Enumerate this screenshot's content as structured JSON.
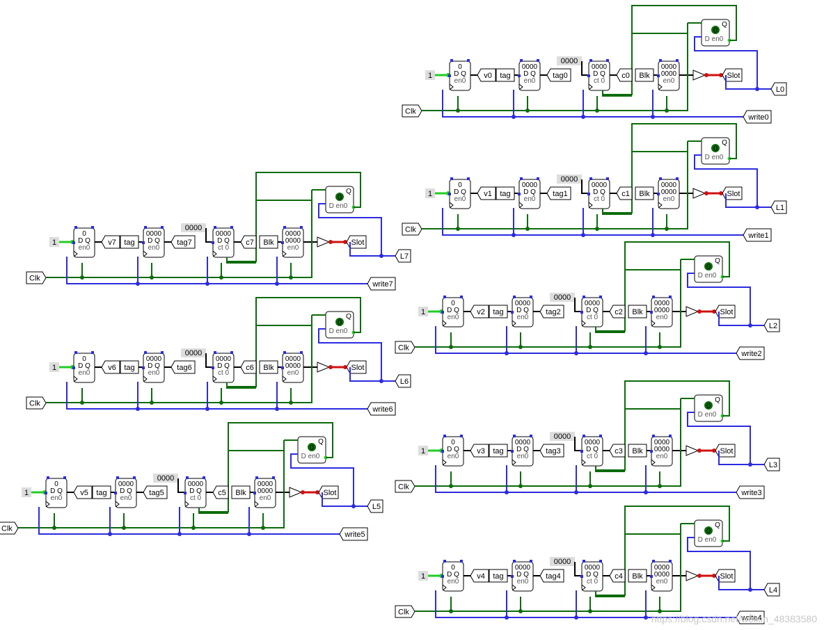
{
  "diagram": {
    "clock_label": "Clk",
    "const_one": "1",
    "const_zero_bits": "0000",
    "tag_label": "tag",
    "blk_label": "Blk",
    "slot_label": "Slot",
    "reg_zero": "0",
    "reg_bits": "0000",
    "reg_d": "D",
    "reg_q": "Q",
    "reg_en": "en",
    "reg_ct": "ct",
    "reg_dq": "D Q",
    "blocks": [
      {
        "id": 0,
        "v": "v0",
        "tag": "tag0",
        "c": "c0",
        "l": "L0",
        "write": "write0"
      },
      {
        "id": 1,
        "v": "v1",
        "tag": "tag1",
        "c": "c1",
        "l": "L1",
        "write": "write1"
      },
      {
        "id": 2,
        "v": "v2",
        "tag": "tag2",
        "c": "c2",
        "l": "L2",
        "write": "write2"
      },
      {
        "id": 3,
        "v": "v3",
        "tag": "tag3",
        "c": "c3",
        "l": "L3",
        "write": "write3"
      },
      {
        "id": 4,
        "v": "v4",
        "tag": "tag4",
        "c": "c4",
        "l": "L4",
        "write": "write4"
      },
      {
        "id": 5,
        "v": "v5",
        "tag": "tag5",
        "c": "c5",
        "l": "L5",
        "write": "write5"
      },
      {
        "id": 6,
        "v": "v6",
        "tag": "tag6",
        "c": "c6",
        "l": "L6",
        "write": "write6"
      },
      {
        "id": 7,
        "v": "v7",
        "tag": "tag7",
        "c": "c7",
        "l": "L7",
        "write": "write7"
      }
    ],
    "colors": {
      "green": "#0b6b0b",
      "blue": "#2b2be0",
      "bright_green": "#22cc22",
      "red": "#d01010",
      "black": "#000000"
    }
  },
  "watermark": "https://blog.csdn.net/weixin_48383580"
}
